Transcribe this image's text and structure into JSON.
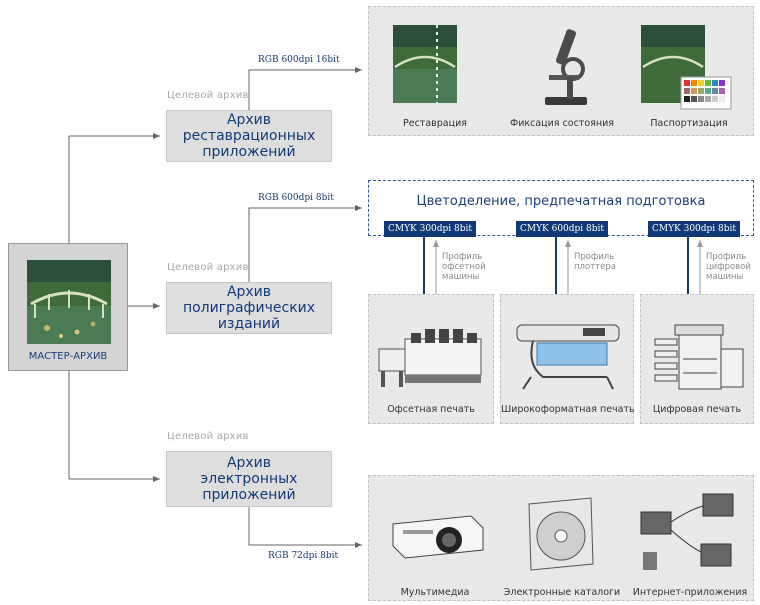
{
  "master": {
    "label": "МАСТЕР-АРХИВ"
  },
  "target_label": "Целевой архив",
  "archives": {
    "restoration": {
      "line1": "Архив",
      "line2": "реставрационных",
      "line3": "приложений",
      "format": "RGB 600dpi 16bit"
    },
    "print": {
      "line1": "Архив",
      "line2": "полиграфических",
      "line3": "изданий",
      "format": "RGB 600dpi 8bit"
    },
    "electronic": {
      "line1": "Архив",
      "line2": "электронных",
      "line3": "приложений",
      "format": "RGB 72dpi 8bit"
    }
  },
  "restoration_panel": {
    "items": [
      "Реставрация",
      "Фиксация состояния",
      "Паспортизация"
    ]
  },
  "prepress": {
    "title": "Цветоделение, предпечатная подготовка",
    "tags": [
      "CMYK 300dpi 8bit",
      "CMYK 600dpi 8bit",
      "CMYK 300dpi 8bit"
    ],
    "profiles": [
      [
        "Профиль",
        "офсетной",
        "машины"
      ],
      [
        "Профиль",
        "плоттера"
      ],
      [
        "Профиль",
        "цифровой",
        "машины"
      ]
    ]
  },
  "print_panels": {
    "items": [
      "Офсетная печать",
      "Широкоформатная печать",
      "Цифровая печать"
    ]
  },
  "electronic_panel": {
    "items": [
      "Мультимедиа",
      "Электронные каталоги",
      "Интернет-приложения"
    ]
  },
  "colors": {
    "accent": "#133a78",
    "box_fill": "#dedede",
    "panel_fill": "#e9e9e9",
    "line": "#666666"
  }
}
